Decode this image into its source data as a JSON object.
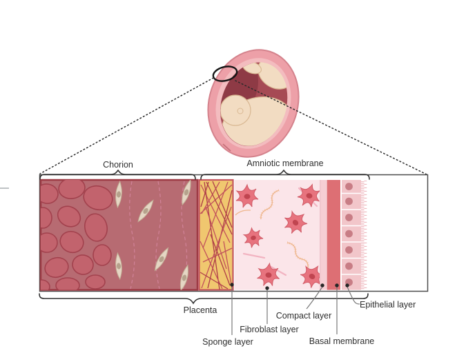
{
  "figure": {
    "labels": {
      "chorion": "Chorion",
      "amniotic_membrane": "Amniotic membrane",
      "placenta": "Placenta",
      "sponge_layer": "Sponge layer",
      "fibroblast_layer": "Fibroblast layer",
      "compact_layer": "Compact layer",
      "basal_membrane": "Basal membrane",
      "epithelial_layer": "Epithelial layer"
    },
    "colors": {
      "chorion_bg": "#b76b72",
      "chorion_blob": "#c2636d",
      "sponge_bg": "#f0c76f",
      "fibroblast_bg": "#fbe5e9",
      "fibroblast_cell": "#e7737e",
      "compact_bg": "#f6ced4",
      "basal_bg": "#dd6f74",
      "epithelial_bg": "#f2c6ca",
      "epithelial_nucleus": "#c87d85",
      "uterus_wall": "#eda0a8",
      "uterus_cavity": "#a64a54",
      "fetus_skin": "#f2dcc2"
    }
  }
}
